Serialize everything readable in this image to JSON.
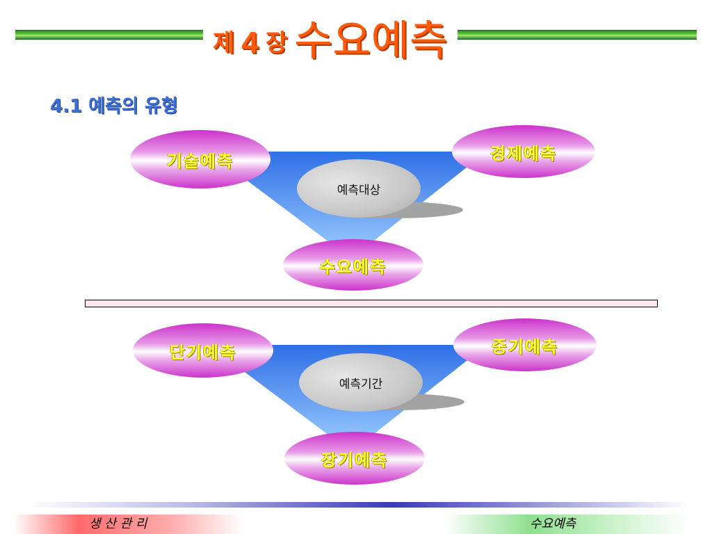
{
  "title": {
    "prefix": "제",
    "number": "4",
    "suffix": "장",
    "main": "수요예측"
  },
  "section_heading": "4.1 예측의 유형",
  "diagram_top": {
    "left": "기술예측",
    "right": "경제예측",
    "bottom": "수요예측",
    "center": "예측대상"
  },
  "diagram_bottom": {
    "left": "단기예측",
    "right": "중기예측",
    "bottom": "장기예측",
    "center": "예측기간"
  },
  "footer": {
    "left": "생 산 관 리",
    "right": "수요예측"
  },
  "colors": {
    "title": "#ff5a0a",
    "heading": "#3d6fd6",
    "ellipse_label": "#ffff33",
    "ellipse": "#cc33cc",
    "triangle": "#3388ee"
  }
}
